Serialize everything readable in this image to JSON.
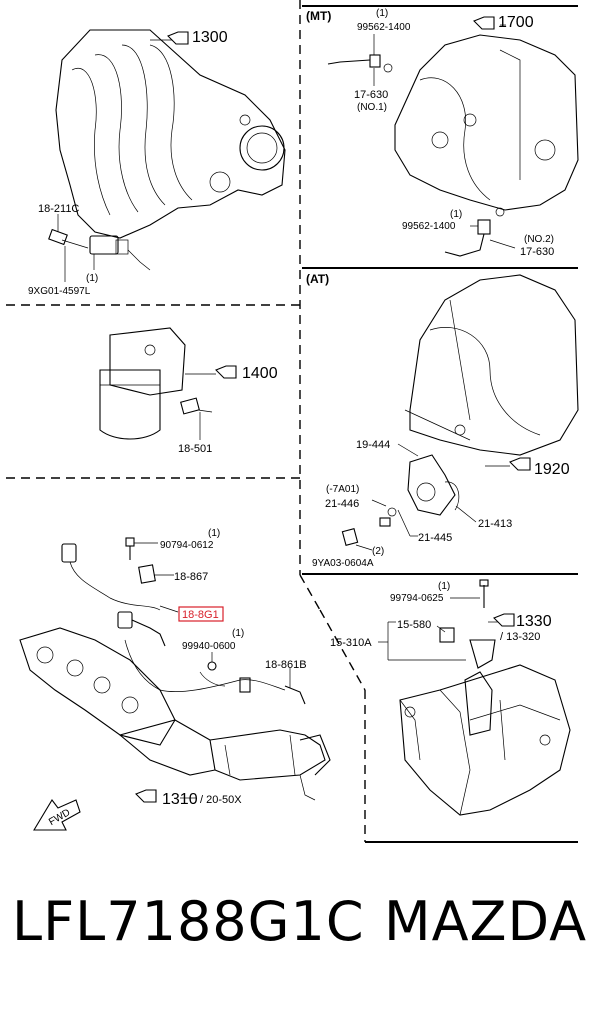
{
  "diagram": {
    "sections": {
      "mt": "(MT)",
      "at": "(AT)"
    },
    "labels": {
      "ref_1300": "1300",
      "ref_1700": "1700",
      "ref_1400": "1400",
      "ref_1920": "1920",
      "ref_1330": "1330",
      "ref_13320": "/ 13-320",
      "ref_1310": "1310",
      "ref_2050x": "/ 20-50X",
      "p_18211c": "18-211C",
      "p_9xg01": "9XG01-4597L",
      "q_9xg01": "(1)",
      "p_99562a": "99562-1400",
      "q_99562a": "(1)",
      "p_17630a": "17-630",
      "n_17630a": "(NO.1)",
      "p_99562b": "99562-1400",
      "q_99562b": "(1)",
      "n_17630b": "(NO.2)",
      "p_17630b": "17-630",
      "p_18501": "18-501",
      "p_19444": "19-444",
      "p_7a01": "(-7A01)",
      "p_21446": "21-446",
      "p_21413": "21-413",
      "p_21445": "21-445",
      "p_9ya03": "9YA03-0604A",
      "q_9ya03": "(2)",
      "p_90794": "90794-0612",
      "q_90794": "(1)",
      "p_18867": "18-867",
      "p_188g1": "18-8G1",
      "p_99940": "99940-0600",
      "q_99940": "(1)",
      "p_18861b": "18-861B",
      "p_99794": "99794-0625",
      "q_99794": "(1)",
      "p_15580": "15-580",
      "p_15310a": "15-310A",
      "fwd": "FWD"
    }
  },
  "footer": {
    "part_number": "LFL7188G1C",
    "brand": "MAZDA"
  }
}
